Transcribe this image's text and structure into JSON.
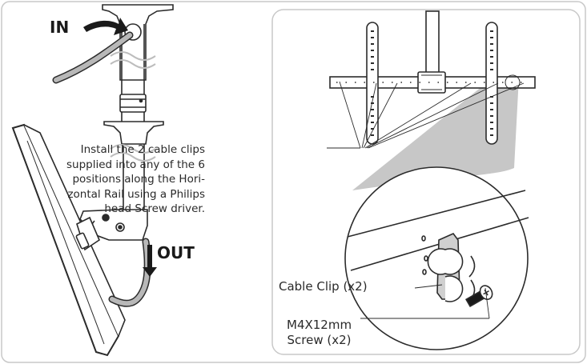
{
  "labels": {
    "in": "IN",
    "out": "OUT",
    "install_lines": [
      "Install the 2 cable clips",
      "supplied into any of the 6",
      "positions along the Hori-",
      "zontal Rail using a Philips",
      "head Screw driver."
    ],
    "cable_clip": "Cable Clip (x2)",
    "screw_lines": [
      "M4X12mm",
      "Screw (x2)"
    ]
  },
  "colors": {
    "line": "#2b2b2b",
    "cable": "#b8b8b8",
    "callout_fill": "#c7c7c7",
    "frame": "#c8c8c8"
  }
}
